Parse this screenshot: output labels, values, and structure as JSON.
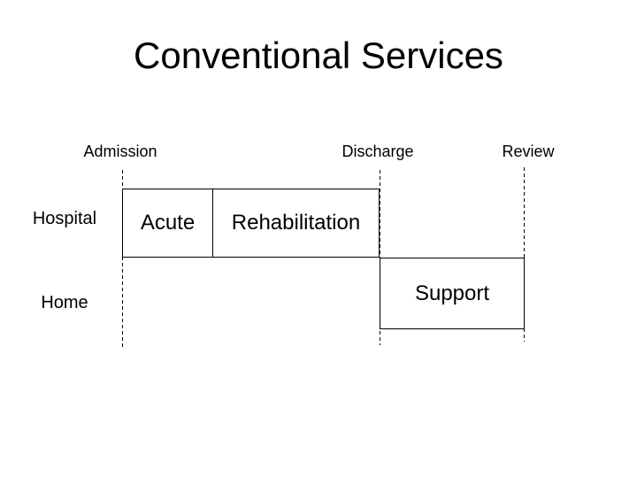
{
  "slide": {
    "title": "Conventional Services",
    "background_color": "#ffffff",
    "ink_color": "#000000"
  },
  "timeline": {
    "milestones": [
      {
        "label": "Admission"
      },
      {
        "label": "Discharge"
      },
      {
        "label": "Review"
      }
    ],
    "rows": [
      {
        "label": "Hospital"
      },
      {
        "label": "Home"
      }
    ],
    "phases": [
      {
        "label": "Acute",
        "row": "Hospital",
        "from": "Admission",
        "to": "mid-stay"
      },
      {
        "label": "Rehabilitation",
        "row": "Hospital",
        "from": "mid-stay",
        "to": "Discharge"
      },
      {
        "label": "Support",
        "row": "Home",
        "from": "Discharge",
        "to": "Review"
      }
    ]
  }
}
